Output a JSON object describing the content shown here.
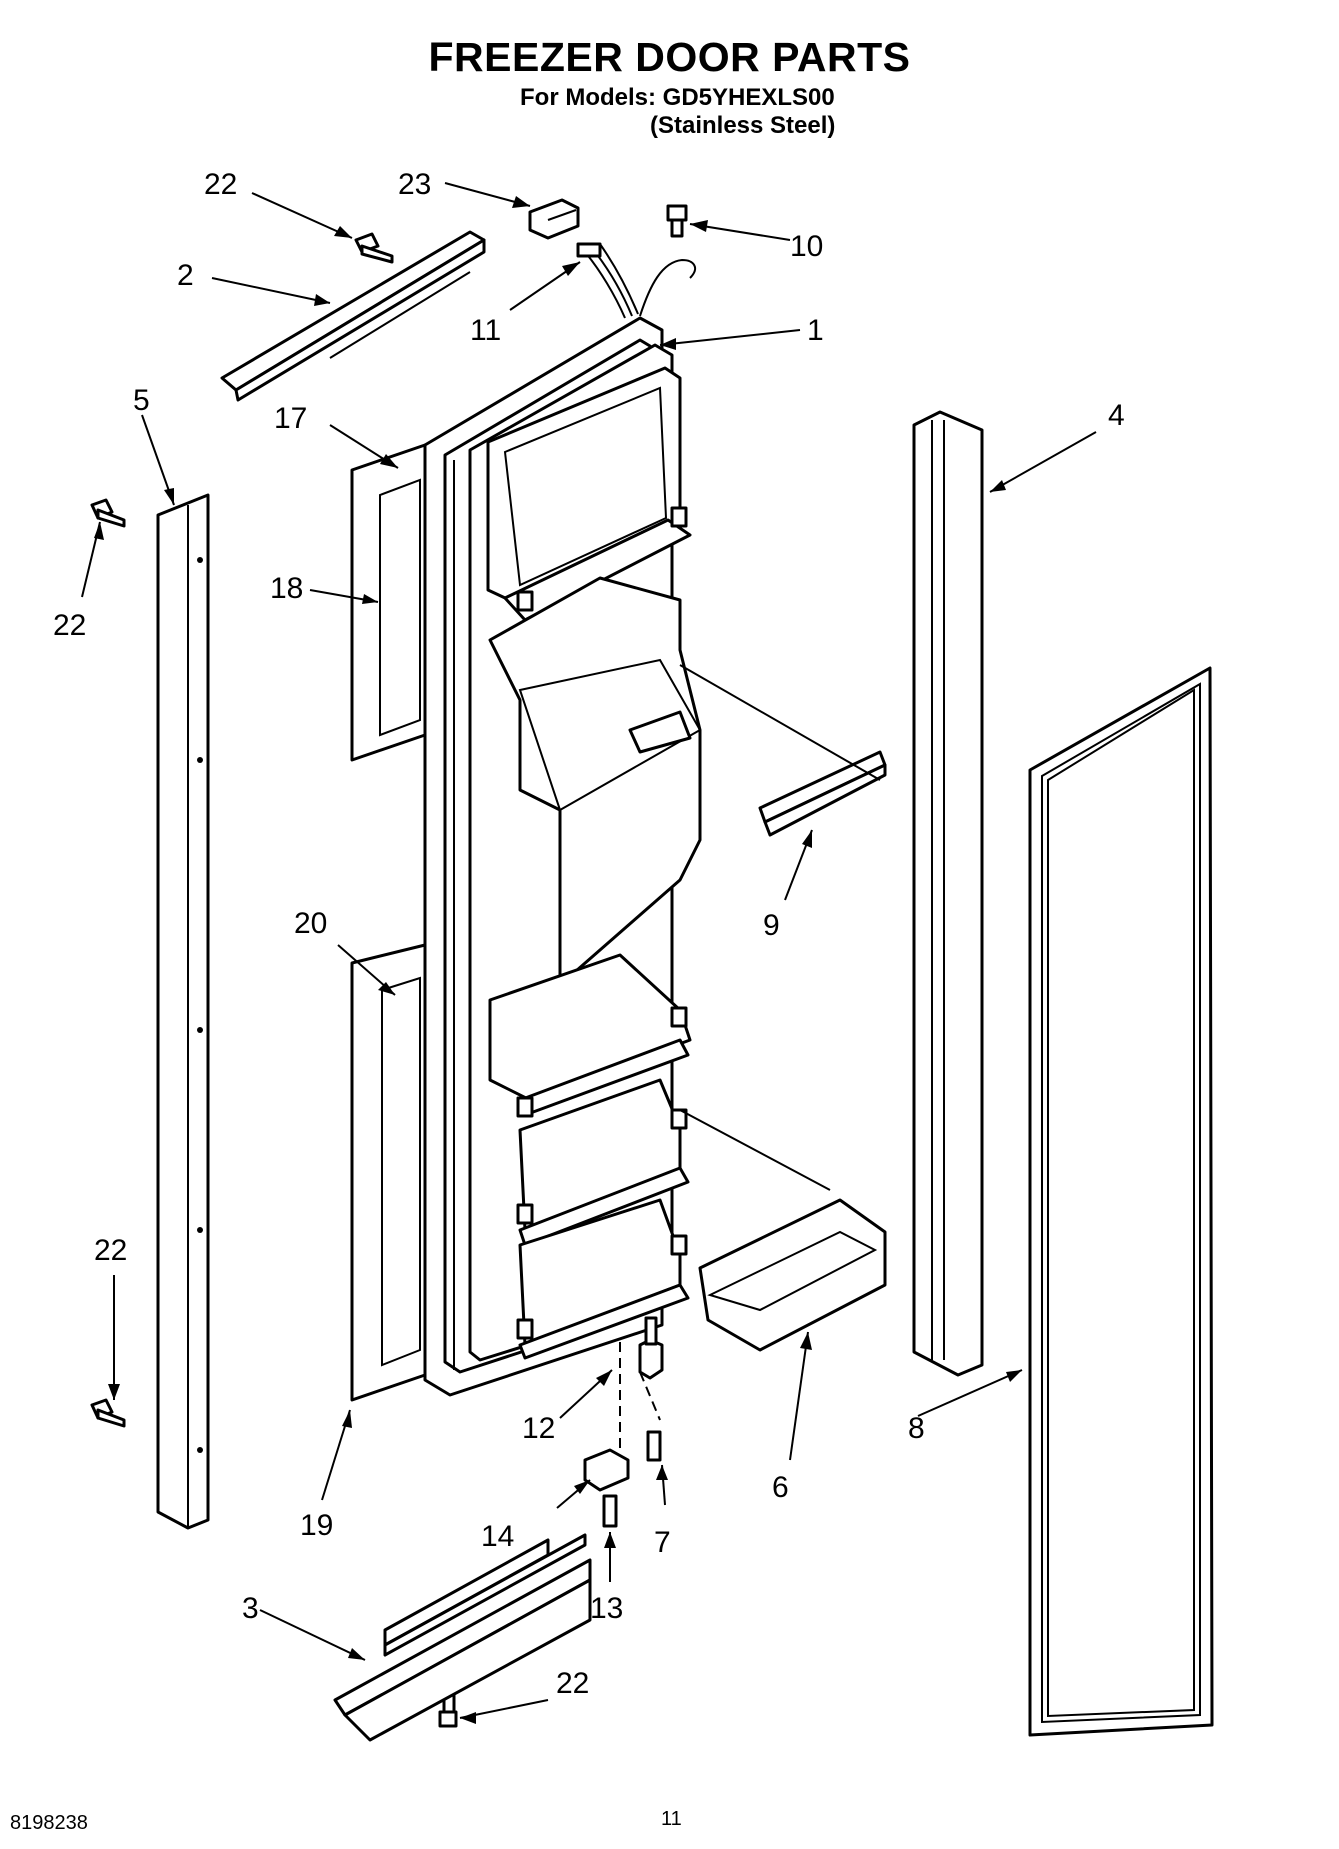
{
  "header": {
    "title": "FREEZER DOOR PARTS",
    "models": "For Models: GD5YHEXLS00",
    "finish": "(Stainless Steel)"
  },
  "footer": {
    "document_number": "8198238",
    "page_number": "11"
  },
  "callouts": {
    "c1": "1",
    "c2": "2",
    "c3": "3",
    "c4": "4",
    "c5": "5",
    "c6": "6",
    "c7": "7",
    "c8": "8",
    "c9": "9",
    "c10": "10",
    "c11": "11",
    "c12": "12",
    "c13": "13",
    "c14": "14",
    "c17": "17",
    "c18": "18",
    "c19": "19",
    "c20": "20",
    "c22": "22",
    "c23": "23"
  }
}
